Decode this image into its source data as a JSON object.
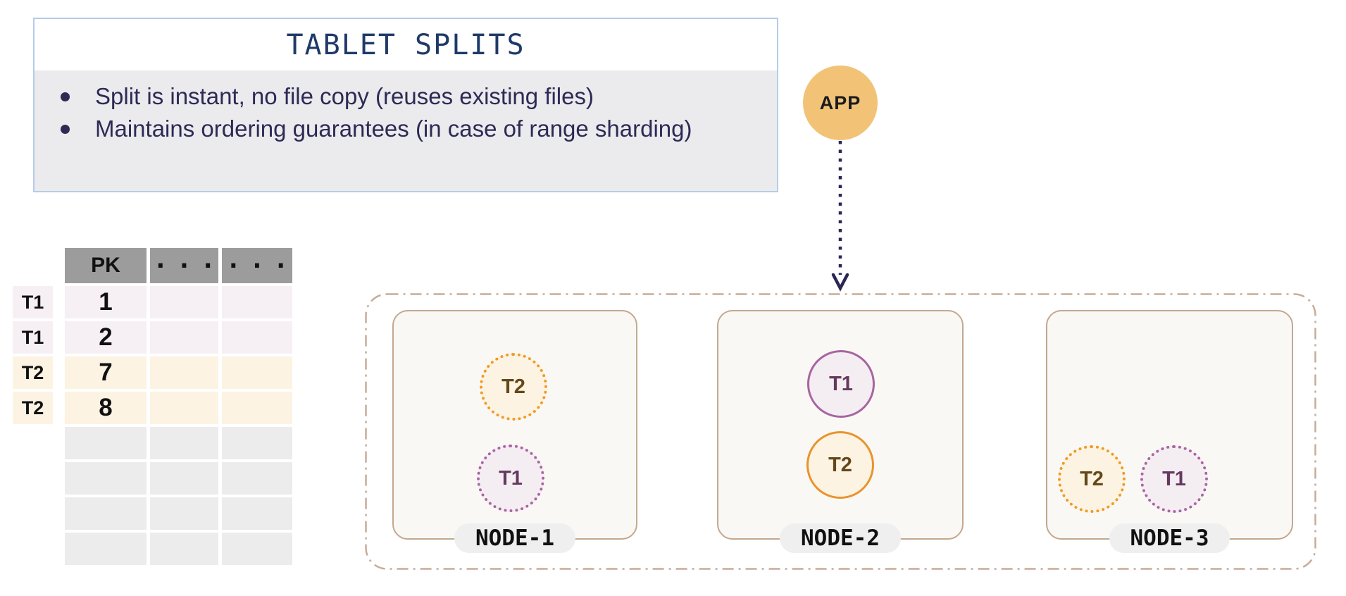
{
  "info_box": {
    "title": "TABLET SPLITS",
    "bullets": [
      "Split is instant, no file copy (reuses existing files)",
      "Maintains ordering guarantees (in case of range sharding)"
    ]
  },
  "app": {
    "label": "APP"
  },
  "table": {
    "headers": [
      "PK",
      "...",
      "..."
    ],
    "rows": [
      {
        "tablet": "T1",
        "pk": "1"
      },
      {
        "tablet": "T1",
        "pk": "2"
      },
      {
        "tablet": "T2",
        "pk": "7"
      },
      {
        "tablet": "T2",
        "pk": "8"
      },
      {
        "tablet": "",
        "pk": ""
      },
      {
        "tablet": "",
        "pk": ""
      },
      {
        "tablet": "",
        "pk": ""
      },
      {
        "tablet": "",
        "pk": ""
      }
    ]
  },
  "cluster": {
    "nodes": [
      {
        "label": "NODE-1",
        "tablets": [
          {
            "id": "T2",
            "style": "dotted",
            "color": "orange"
          },
          {
            "id": "T1",
            "style": "dotted",
            "color": "purple"
          }
        ]
      },
      {
        "label": "NODE-2",
        "tablets": [
          {
            "id": "T1",
            "style": "solid",
            "color": "purple"
          },
          {
            "id": "T2",
            "style": "solid",
            "color": "orange"
          }
        ]
      },
      {
        "label": "NODE-3",
        "tablets": [
          {
            "id": "T2",
            "style": "dotted",
            "color": "orange"
          },
          {
            "id": "T1",
            "style": "dotted",
            "color": "purple"
          }
        ]
      }
    ]
  },
  "colors": {
    "title_navy": "#1F3A68",
    "bullet_ink": "#2D2A55",
    "info_border_blue": "#B5CCE7",
    "info_body_gray": "#EBEBED",
    "table_header_gray": "#9C9C9C",
    "t1_row_fill": "#F6F0F5",
    "t2_row_fill": "#FCF3E2",
    "empty_row_fill": "#ECECEC",
    "app_orange": "#F2C377",
    "arrow_navy": "#2B2754",
    "cluster_dash_tan": "#C7AC98",
    "node_border_tan": "#C3A890",
    "node_fill": "#FAF8F5",
    "pill_gray": "#EFEFEF",
    "tablet_orange_border": "#EF9A26",
    "tablet_purple_border": "#A964A1",
    "tablet_orange_fill": "#FCF3E2",
    "tablet_purple_fill": "#F4EEF3"
  }
}
